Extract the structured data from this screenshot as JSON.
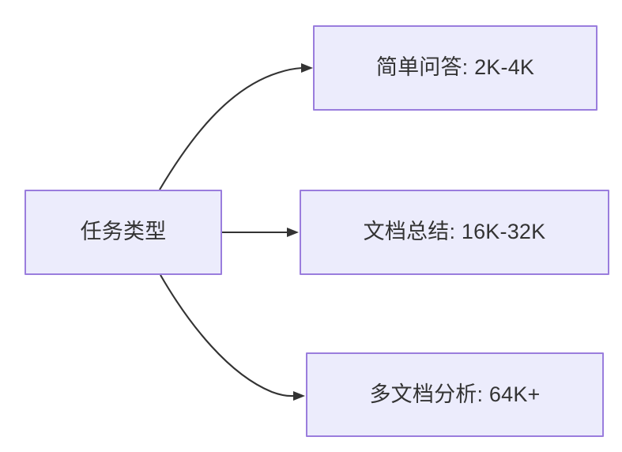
{
  "diagram": {
    "type": "flowchart",
    "direction": "left-to-right",
    "background_color": "#ffffff",
    "node_fill_color": "#ececfc",
    "node_border_color": "#9a7ddd",
    "text_color": "#333333",
    "edge_color": "#333333",
    "nodes": [
      {
        "id": "source",
        "label": "任务类型",
        "role": "root"
      },
      {
        "id": "simple-qa",
        "label": "简单问答: 2K-4K",
        "role": "leaf",
        "category": "简单问答",
        "range": "2K-4K"
      },
      {
        "id": "doc-summary",
        "label": "文档总结: 16K-32K",
        "role": "leaf",
        "category": "文档总结",
        "range": "16K-32K"
      },
      {
        "id": "multi-doc",
        "label": "多文档分析: 64K+",
        "role": "leaf",
        "category": "多文档分析",
        "range": "64K+"
      }
    ],
    "edges": [
      {
        "from": "source",
        "to": "simple-qa",
        "style": "curved",
        "arrow": "arrowhead-end",
        "label": ""
      },
      {
        "from": "source",
        "to": "doc-summary",
        "style": "straight",
        "arrow": "arrowhead-end",
        "label": ""
      },
      {
        "from": "source",
        "to": "multi-doc",
        "style": "curved",
        "arrow": "arrowhead-end",
        "label": ""
      }
    ]
  }
}
